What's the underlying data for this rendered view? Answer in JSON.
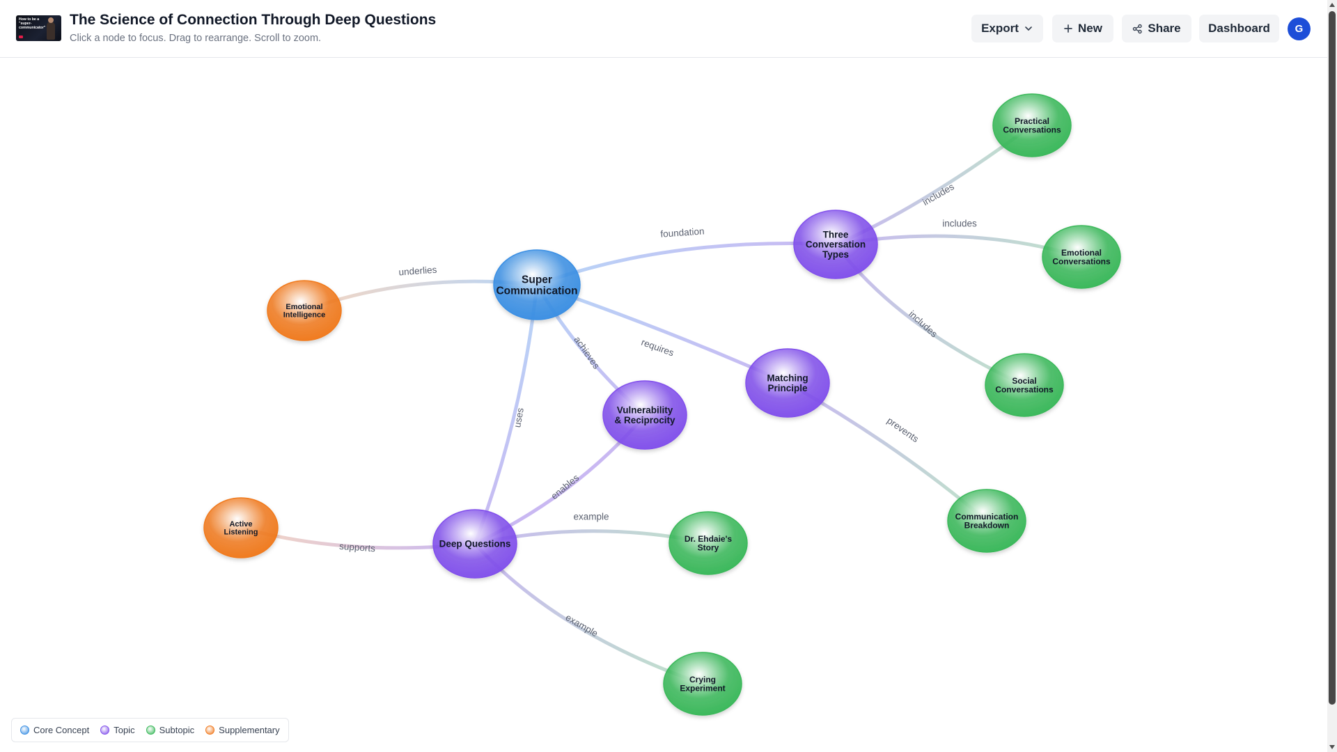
{
  "header": {
    "title": "The Science of Connection Through Deep Questions",
    "subtitle": "Click a node to focus. Drag to rearrange. Scroll to zoom.",
    "thumbnail_text": "How to be a \"super-communicator\"",
    "export_label": "Export",
    "new_label": "New",
    "share_label": "Share",
    "dashboard_label": "Dashboard",
    "avatar_initial": "G"
  },
  "colors": {
    "core": "#3b8fe3",
    "topic": "#8150eb",
    "subtopic": "#3ab85a",
    "supplementary": "#f07a1f",
    "core_edge": "#b7d5f7",
    "topic_edge": "#c9b8f2",
    "subtopic_edge": "#bfe3c9",
    "supplementary_edge": "#f5d6c2"
  },
  "graph": {
    "nodes": [
      {
        "id": "super",
        "label": "Super Communication",
        "type": "core"
      },
      {
        "id": "three",
        "label": "Three Conversation Types",
        "type": "topic"
      },
      {
        "id": "matching",
        "label": "Matching Principle",
        "type": "topic"
      },
      {
        "id": "vuln",
        "label": "Vulnerability & Reciprocity",
        "type": "topic"
      },
      {
        "id": "deep",
        "label": "Deep Questions",
        "type": "topic"
      },
      {
        "id": "practical",
        "label": "Practical Conversations",
        "type": "subtopic"
      },
      {
        "id": "emotional",
        "label": "Emotional Conversations",
        "type": "subtopic"
      },
      {
        "id": "social",
        "label": "Social Conversations",
        "type": "subtopic"
      },
      {
        "id": "breakdown",
        "label": "Communication Breakdown",
        "type": "subtopic"
      },
      {
        "id": "ehdaie",
        "label": "Dr. Ehdaie's Story",
        "type": "subtopic"
      },
      {
        "id": "crying",
        "label": "Crying Experiment",
        "type": "subtopic"
      },
      {
        "id": "ei",
        "label": "Emotional Intelligence",
        "type": "supplementary"
      },
      {
        "id": "listening",
        "label": "Active Listening",
        "type": "supplementary"
      }
    ],
    "edges": [
      {
        "from": "super",
        "to": "three",
        "label": "foundation"
      },
      {
        "from": "super",
        "to": "matching",
        "label": "requires"
      },
      {
        "from": "super",
        "to": "vuln",
        "label": "achieves"
      },
      {
        "from": "super",
        "to": "deep",
        "label": "uses"
      },
      {
        "from": "ei",
        "to": "super",
        "label": "underlies"
      },
      {
        "from": "three",
        "to": "practical",
        "label": "includes"
      },
      {
        "from": "three",
        "to": "emotional",
        "label": "includes"
      },
      {
        "from": "three",
        "to": "social",
        "label": "includes"
      },
      {
        "from": "matching",
        "to": "breakdown",
        "label": "prevents"
      },
      {
        "from": "deep",
        "to": "vuln",
        "label": "enables"
      },
      {
        "from": "deep",
        "to": "ehdaie",
        "label": "example"
      },
      {
        "from": "deep",
        "to": "crying",
        "label": "example"
      },
      {
        "from": "listening",
        "to": "deep",
        "label": "supports"
      }
    ]
  },
  "legend": [
    {
      "label": "Core Concept",
      "type": "core"
    },
    {
      "label": "Topic",
      "type": "topic"
    },
    {
      "label": "Subtopic",
      "type": "subtopic"
    },
    {
      "label": "Supplementary",
      "type": "supplementary"
    }
  ]
}
